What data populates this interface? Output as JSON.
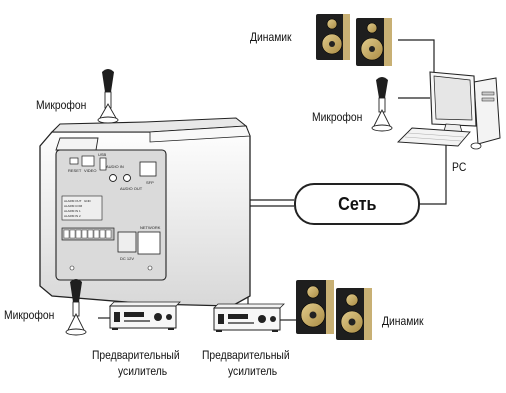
{
  "labels": {
    "speaker_top": "Динамик",
    "mic_top_left": "Микрофон",
    "mic_pc": "Микрофон",
    "pc": "PC",
    "network": "Сеть",
    "mic_bottom": "Микрофон",
    "speaker_bottom": "Динамик",
    "preamp_left": [
      "Предварительный",
      "усилитель"
    ],
    "preamp_right": [
      "Предварительный",
      "усилитель"
    ]
  },
  "camera": {
    "port_labels": [
      "RESET",
      "VIDEO",
      "USB",
      "AUDIO IN",
      "AUDIO OUT",
      "SFP",
      "NETWORK",
      "DC 12V"
    ],
    "alarm_labels": [
      "ALARM OUT",
      "ALARM COM",
      "ALARM IN 1",
      "ALARM IN 2",
      "GND"
    ]
  },
  "colors": {
    "line": "#222222",
    "speaker_body": "#1e1e1e",
    "speaker_woofer": "#c8b074",
    "camera_body": "#f2f2f2",
    "camera_panel": "#d9d9d9"
  }
}
